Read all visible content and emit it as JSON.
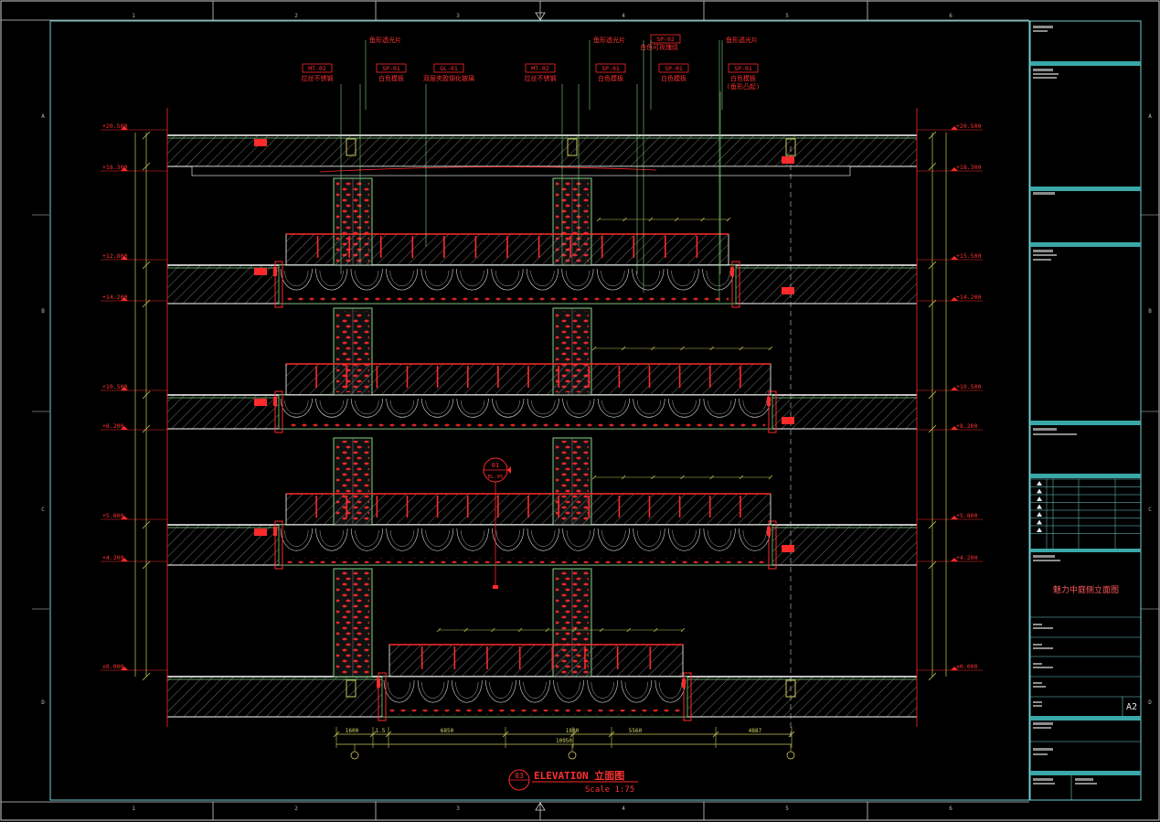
{
  "sheet": {
    "grid_cols": [
      "1",
      "2",
      "3",
      "4",
      "5",
      "6"
    ],
    "grid_rows": [
      "A",
      "B",
      "C",
      "D"
    ]
  },
  "drawing": {
    "title": "ELEVATION 立面图",
    "scale": "Scale 1:75",
    "title_number": "03"
  },
  "callouts_top": [
    {
      "code": "",
      "desc": "鱼形透光片"
    },
    {
      "code": "",
      "desc": "鱼形透光片"
    },
    {
      "code": "SP-02",
      "desc": "白色可玫瑰纹"
    },
    {
      "code": "",
      "desc": "鱼形透光片"
    }
  ],
  "callouts_mid": [
    {
      "code": "MT-02",
      "desc": "拉丝不锈钢"
    },
    {
      "code": "SP-01",
      "desc": "白色模板"
    },
    {
      "code": "GL-01",
      "desc": "双层夹胶钢化玻璃"
    },
    {
      "code": "MT-02",
      "desc": "拉丝不锈钢"
    },
    {
      "code": "SP-01",
      "desc": "白色模板"
    },
    {
      "code": "SP-01",
      "desc": "白色模板"
    },
    {
      "code": "SP-01",
      "desc": "白色模板"
    }
  ],
  "callout_extra": "(鱼形凸起)",
  "levels_left": [
    "+20.500",
    "+18.300",
    "+12.800",
    "+14.200",
    "+10.500",
    "+8.200",
    "+5.800",
    "+4.200",
    "±0.000"
  ],
  "levels_right": [
    "+20.500",
    "+18.300",
    "+15.500",
    "+14.200",
    "+10.500",
    "+8.200",
    "+5.800",
    "+4.200",
    "±0.000"
  ],
  "dims_bottom": [
    "1600",
    "1.5",
    "6850",
    "1800",
    "5560",
    "4887"
  ],
  "dim_total": "10950",
  "section_mark": {
    "top": "01",
    "bottom": "EL-05"
  },
  "titleblock": {
    "drawing_name": "魅力中庭侧立面图",
    "sheet_no": "A2"
  },
  "colors": {
    "frame": "#6fd0d0",
    "border": "#cfcfcf",
    "slab": "#ffffff",
    "dim": "#c8c85a",
    "accent_red": "#ff2a2a",
    "glass": "#7fd07f"
  }
}
